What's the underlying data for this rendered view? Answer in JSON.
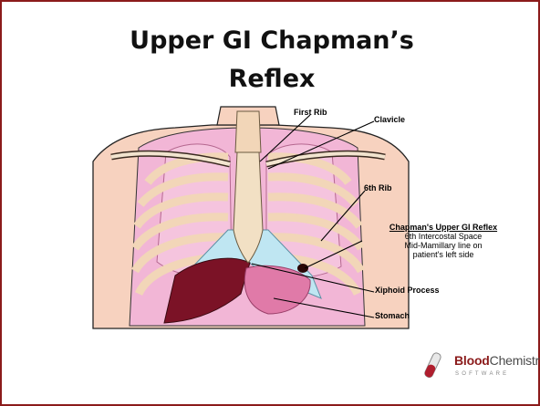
{
  "title": {
    "line1": "Upper GI Chapman’s",
    "line2": "Reflex"
  },
  "labels": {
    "first_rib": "First Rib",
    "clavicle": "Clavicle",
    "sixth_rib": "6th Rib",
    "xiphoid": "Xiphoid Process",
    "stomach": "Stomach"
  },
  "reflex_note": {
    "heading": "Chapman's Upper GI Reflex",
    "line1": "6th Intercostal Space",
    "line2": "Mid-Mamillary line on",
    "line3": "patient's left side"
  },
  "logo": {
    "blood": "Blood",
    "chemistry": "Chemistry",
    "software": "SOFTWARE"
  },
  "colors": {
    "border": "#8b1b1b",
    "skin": "#f7d2bf",
    "ribs": "#f2d6b8",
    "cartilage": "#bfe6f2",
    "lung": "#f2b6d6",
    "liver": "#7b1226",
    "stomach": "#e07aa8"
  }
}
